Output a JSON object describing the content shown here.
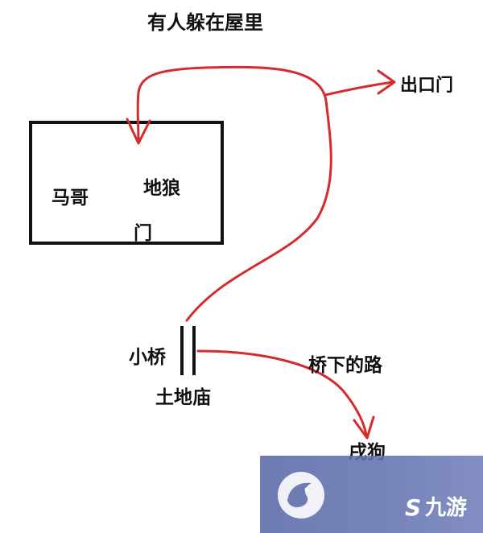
{
  "diagram": {
    "title": "有人躲在屋里",
    "exit_door": "出口门",
    "ma_ge": "马哥",
    "werewolf": "地狼",
    "door": "门",
    "small_bridge": "小桥",
    "land_temple": "土地庙",
    "road_under_bridge": "桥下的路",
    "dog": "戌狗"
  },
  "watermark": {
    "brand": "九游"
  },
  "colors": {
    "arrow": "#d42b2b",
    "ink": "#111111",
    "watermark_bg": "#6473b0"
  }
}
